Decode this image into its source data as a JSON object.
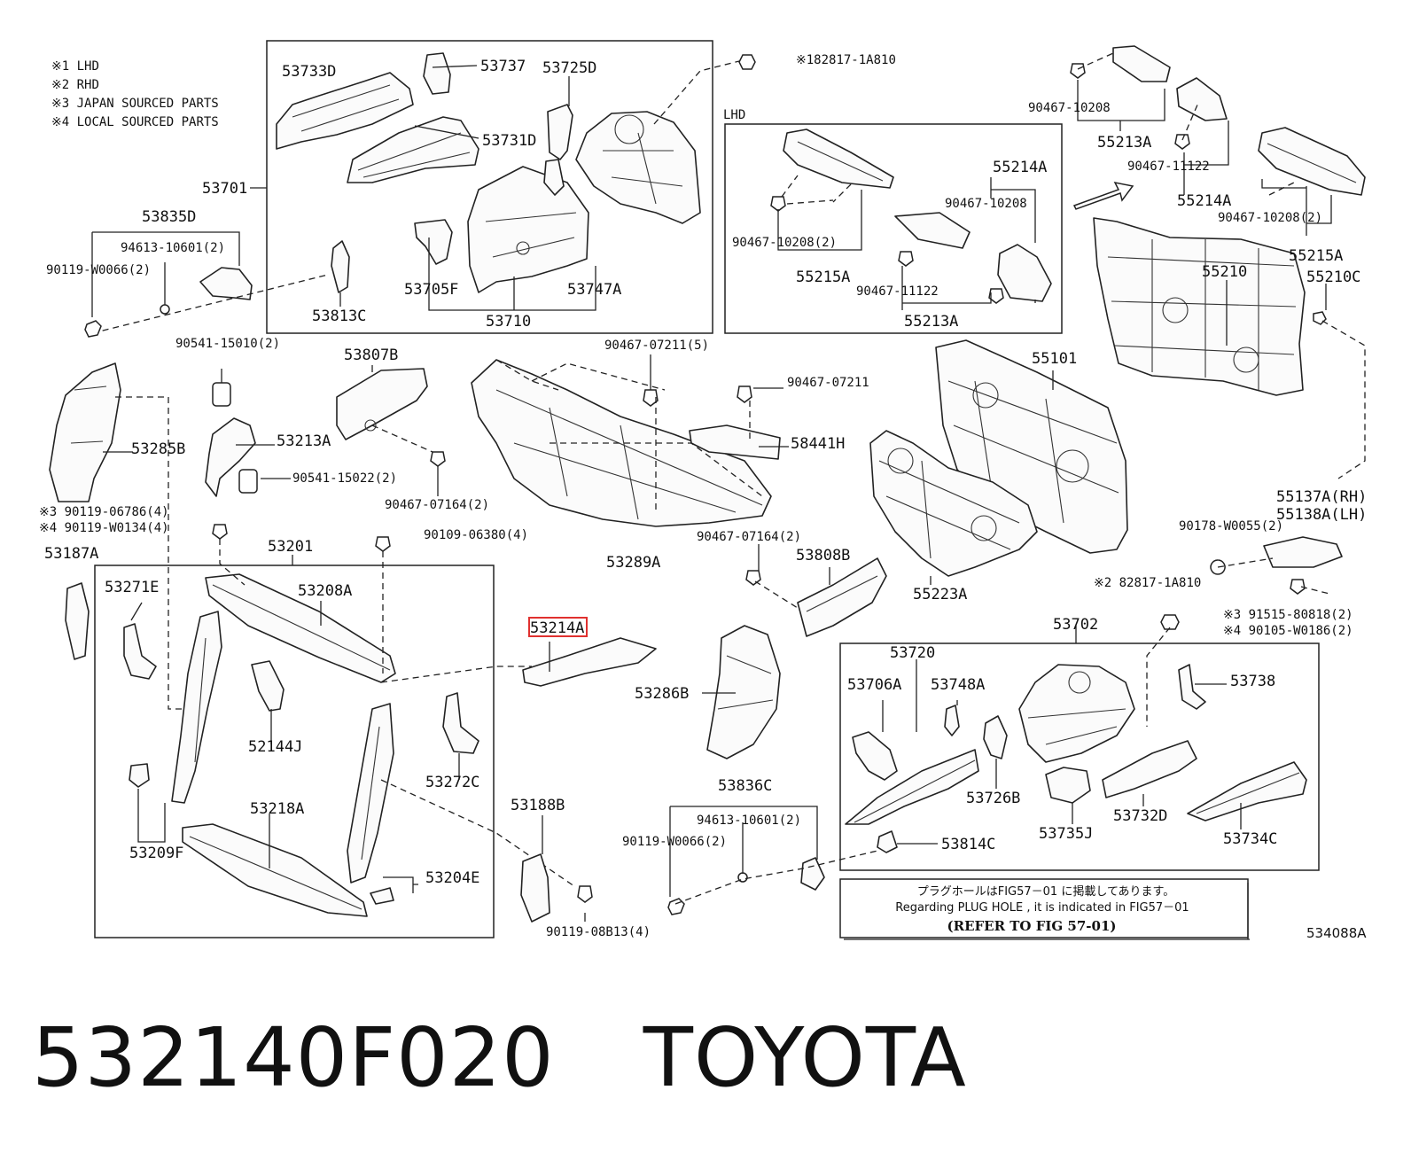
{
  "legend": [
    "※1 LHD",
    "※2 RHD",
    "※3 JAPAN SOURCED PARTS",
    "※4 LOCAL SOURCED PARTS"
  ],
  "labels": {
    "p53733D": "53733D",
    "p53737": "53737",
    "p53725D": "53725D",
    "p182817": "※182817-1A810",
    "p53731D": "53731D",
    "p53701": "53701",
    "p53705F": "53705F",
    "p53747A": "53747A",
    "p53710": "53710",
    "p53813C": "53813C",
    "p53835D": "53835D",
    "p94613a": "94613-10601(2)",
    "p90119a": "90119-W0066(2)",
    "lhd": "LHD",
    "p55214A_l": "55214A",
    "p90467_10208_l": "90467-10208",
    "p90467_10208_2_l": "90467-10208(2)",
    "p55215A_l": "55215A",
    "p90467_11122_l": "90467-11122",
    "p55213A_l": "55213A",
    "p90467_10208_r": "90467-10208",
    "p55213A_r": "55213A",
    "p90467_11122_r": "90467-11122",
    "p55214A_r": "55214A",
    "p90467_10208_2_r": "90467-10208(2)",
    "p55215A_r": "55215A",
    "p55210": "55210",
    "p55210C": "55210C",
    "p90541_15010": "90541-15010(2)",
    "p53807B": "53807B",
    "p90467_07211_5": "90467-07211(5)",
    "p90467_07211": "90467-07211",
    "p55101": "55101",
    "p53285B": "53285B",
    "p53213A": "53213A",
    "p58441H": "58441H",
    "p90541_15022": "90541-15022(2)",
    "p90467_07164": "90467-07164(2)",
    "p90119_06786": "※3 90119-06786(4)",
    "p90119_W0134": "※4 90119-W0134(4)",
    "p90109_06380": "90109-06380(4)",
    "p53187A": "53187A",
    "p53201": "53201",
    "p53289A": "53289A",
    "p90467_07164b": "90467-07164(2)",
    "p53808B": "53808B",
    "p55223A": "55223A",
    "p55137A": "55137A(RH)",
    "p55138A": "55138A(LH)",
    "p90178": "90178-W0055(2)",
    "p282817": "※2 82817-1A810",
    "p53271E": "53271E",
    "p53208A": "53208A",
    "p53214A": "53214A",
    "p91515": "※3 91515-80818(2)",
    "p90105": "※4 90105-W0186(2)",
    "p53702": "53702",
    "p53720": "53720",
    "p53706A": "53706A",
    "p53748A": "53748A",
    "p53738": "53738",
    "p53286B": "53286B",
    "p52144J": "52144J",
    "p53272C": "53272C",
    "p53836C": "53836C",
    "p53188B": "53188B",
    "p94613b": "94613-10601(2)",
    "p90119b": "90119-W0066(2)",
    "p53218A": "53218A",
    "p53726B": "53726B",
    "p53732D": "53732D",
    "p53735J": "53735J",
    "p53734C": "53734C",
    "p53814C": "53814C",
    "p53209F": "53209F",
    "p53204E": "53204E",
    "p90119_08B13": "90119-08B13(4)"
  },
  "note": {
    "jp": "プラグホールはFIG57－01 に掲載してあります。",
    "en": "Regarding PLUG HOLE , it is indicated in FIG57－01",
    "ref": "(REFER TO FIG 57-01)"
  },
  "figure_code": "534088A",
  "highlighted_part": "53214A",
  "footer": {
    "part_number": "532140F020",
    "brand": "TOYOTA"
  }
}
